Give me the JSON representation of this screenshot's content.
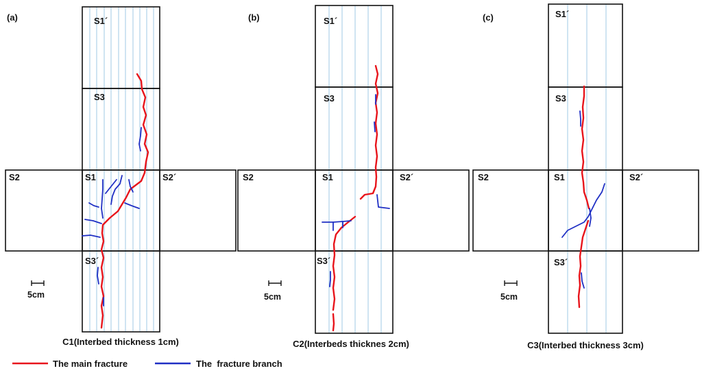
{
  "colors": {
    "main_fracture": "#e8141b",
    "fracture_branch": "#1f2fc4",
    "interbed_lines": "#9fc8e6",
    "outline": "#111111"
  },
  "panels": [
    {
      "id": "a",
      "label": "(a)",
      "faces": {
        "s1_prime": "S1´",
        "s3": "S3",
        "s2": "S2",
        "s1": "S1",
        "s2_prime": "S2´",
        "s3_prime": "S3´"
      },
      "scale": "5cm",
      "caption": "C1(Interbed thickness 1cm)"
    },
    {
      "id": "b",
      "label": "(b)",
      "faces": {
        "s1_prime": "S1´",
        "s3": "S3",
        "s2": "S2",
        "s1": "S1",
        "s2_prime": "S2´",
        "s3_prime": "S3´"
      },
      "scale": "5cm",
      "caption": "C2(Interbeds thicknes 2cm)"
    },
    {
      "id": "c",
      "label": "(c)",
      "faces": {
        "s1_prime": "S1´",
        "s3": "S3",
        "s2": "S2",
        "s1": "S1",
        "s2_prime": "S2´",
        "s3_prime": "S3´"
      },
      "scale": "5cm",
      "caption": "C3(Interbed thickness 3cm)"
    }
  ],
  "legend": {
    "main": "The main fracture",
    "branch": "The  fracture branch"
  }
}
